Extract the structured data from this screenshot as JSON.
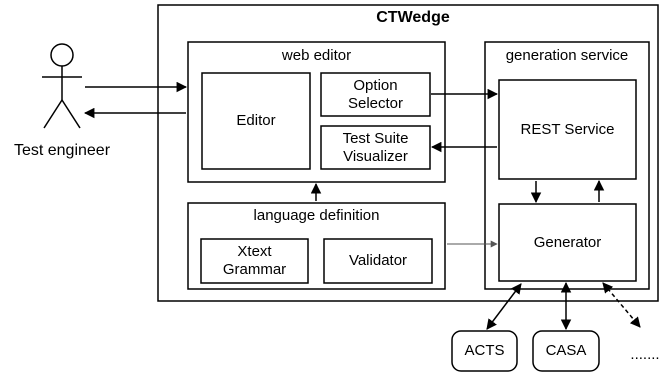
{
  "diagram": {
    "title": "CTWedge",
    "actor": "Test engineer",
    "web_editor": {
      "title": "web editor",
      "editor": "Editor",
      "option_selector": "Option\nSelector",
      "test_suite_visualizer": "Test Suite\nVisualizer"
    },
    "language_definition": {
      "title": "language definition",
      "xtext_grammar": "Xtext\nGrammar",
      "validator": "Validator"
    },
    "generation_service": {
      "title": "generation service",
      "rest_service": "REST Service",
      "generator": "Generator"
    },
    "external_tools": [
      "ACTS",
      "CASA"
    ],
    "more": "......."
  }
}
